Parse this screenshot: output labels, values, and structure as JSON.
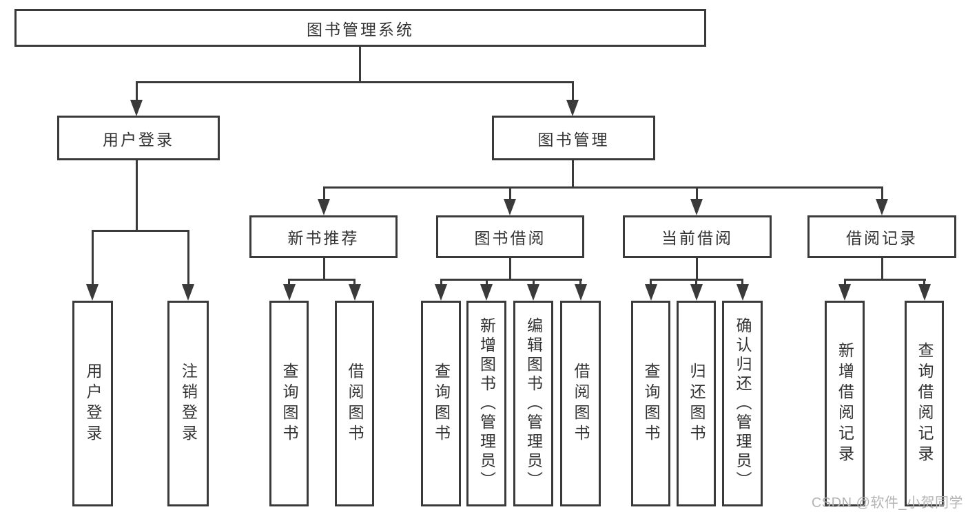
{
  "diagram": {
    "type": "hierarchy-diagram",
    "title": "图书管理系统",
    "watermark": "CSDN @软件_小贺同学",
    "colors": {
      "line": "#3a3a3a",
      "text": "#333333",
      "box_fill": "#ffffff",
      "background": "#ffffff",
      "watermark": "#b4b4b4"
    }
  },
  "nodes": {
    "root": {
      "label": "图书管理系统"
    },
    "level2": [
      {
        "label": "用户登录",
        "parent": "图书管理系统"
      },
      {
        "label": "图书管理",
        "parent": "图书管理系统"
      }
    ],
    "level3": [
      {
        "label": "新书推荐",
        "parent": "图书管理"
      },
      {
        "label": "图书借阅",
        "parent": "图书管理"
      },
      {
        "label": "当前借阅",
        "parent": "图书管理"
      },
      {
        "label": "借阅记录",
        "parent": "图书管理"
      }
    ],
    "leaves": [
      {
        "label": "用户登录",
        "parent": "用户登录"
      },
      {
        "label": "注销登录",
        "parent": "用户登录"
      },
      {
        "label": "查询图书",
        "parent": "新书推荐"
      },
      {
        "label": "借阅图书",
        "parent": "新书推荐"
      },
      {
        "label": "查询图书",
        "parent": "图书借阅"
      },
      {
        "label": "新增图书（管理员）",
        "parent": "图书借阅"
      },
      {
        "label": "编辑图书（管理员）",
        "parent": "图书借阅"
      },
      {
        "label": "借阅图书",
        "parent": "图书借阅"
      },
      {
        "label": "查询图书",
        "parent": "当前借阅"
      },
      {
        "label": "归还图书",
        "parent": "当前借阅"
      },
      {
        "label": "确认归还（管理员）",
        "parent": "当前借阅"
      },
      {
        "label": "新增借阅记录",
        "parent": "借阅记录"
      },
      {
        "label": "查询借阅记录",
        "parent": "借阅记录"
      }
    ]
  }
}
